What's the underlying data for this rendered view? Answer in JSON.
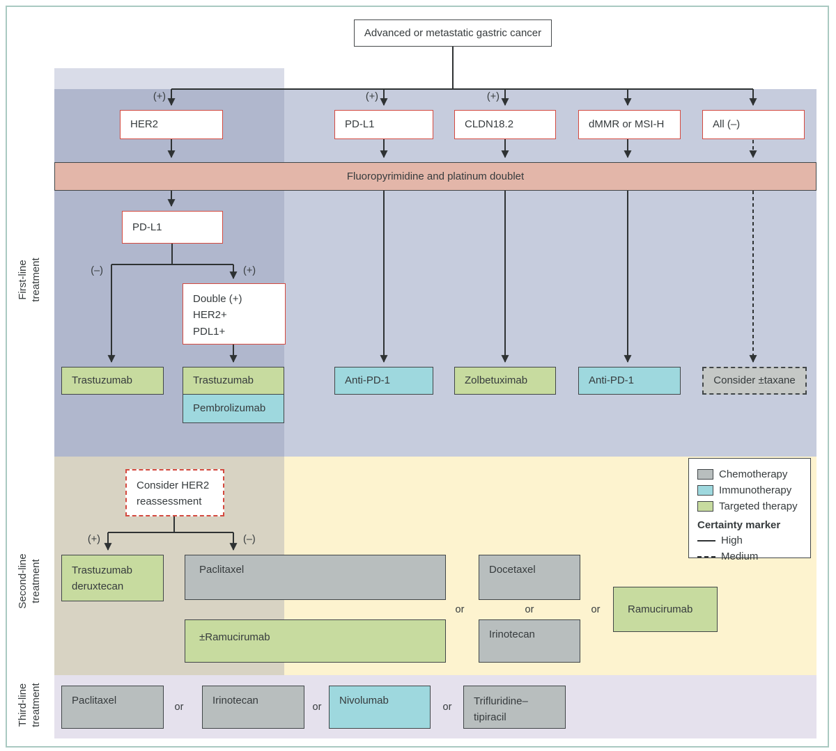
{
  "root": {
    "label": "Advanced or metastatic gastric cancer"
  },
  "stage_labels": {
    "first": {
      "line1": "First-line",
      "line2": "treatment"
    },
    "second": {
      "line1": "Second-line",
      "line2": "treatment"
    },
    "third": {
      "line1": "Third-line",
      "line2": "treatment"
    }
  },
  "biomarker_row": {
    "her2": {
      "label": "HER2",
      "sign": "(+)"
    },
    "pdl1": {
      "label": "PD-L1",
      "sign": "(+)"
    },
    "cldn182": {
      "label": "CLDN18.2",
      "sign": "(+)"
    },
    "dmmr_msih": {
      "label": "dMMR or MSI-H"
    },
    "all_negative": {
      "label": "All (–)"
    }
  },
  "backbone_bar": {
    "label": "Fluoropyrimidine and platinum doublet"
  },
  "her2_pathway": {
    "pdl1_check": {
      "label": "PD-L1"
    },
    "negative_sign": "(–)",
    "positive_sign": "(+)",
    "double_positive": {
      "line1": "Double (+)",
      "line2": "HER2+",
      "line3": "PDL1+"
    },
    "trastuzumab_mono": {
      "label": "Trastuzumab"
    },
    "combo": {
      "top": "Trastuzumab",
      "bottom": "Pembrolizumab"
    }
  },
  "first_line": {
    "anti_pd1_left": {
      "label": "Anti-PD-1"
    },
    "zolbetuximab": {
      "label": "Zolbetuximab"
    },
    "anti_pd1_right": {
      "label": "Anti-PD-1"
    },
    "consider_taxane": {
      "label": "Consider ±taxane"
    }
  },
  "second_line": {
    "her2_reassessment": {
      "line1": "Consider HER2",
      "line2": "reassessment"
    },
    "positive_sign": "(+)",
    "negative_sign": "(–)",
    "trastuzumab_deruxtecan": {
      "line1": "Trastuzumab",
      "line2": "deruxtecan"
    },
    "paclitaxel": {
      "label": "Paclitaxel"
    },
    "plus_minus_ramucirumab": {
      "label": "±Ramucirumab"
    },
    "docetaxel": {
      "label": "Docetaxel"
    },
    "irinotecan": {
      "label": "Irinotecan"
    },
    "ramucirumab": {
      "label": "Ramucirumab"
    },
    "or_labels": {
      "a": "or",
      "b": "or",
      "c": "or"
    }
  },
  "third_line": {
    "paclitaxel": {
      "label": "Paclitaxel"
    },
    "irinotecan": {
      "label": "Irinotecan"
    },
    "nivolumab": {
      "label": "Nivolumab"
    },
    "trifluridine_tipiracil": {
      "line1": "Trifluridine–",
      "line2": "tipiracil"
    },
    "or_labels": {
      "a": "or",
      "b": "or",
      "c": "or"
    }
  },
  "legend": {
    "items": {
      "chemotherapy": "Chemotherapy",
      "immunotherapy": "Immunotherapy",
      "targeted_therapy": "Targeted therapy"
    },
    "certainty": {
      "title": "Certainty marker",
      "high": "High",
      "medium": "Medium"
    }
  },
  "colors": {
    "chemotherapy_fill": "#b8bebe",
    "immunotherapy_fill": "#9ed8de",
    "targeted_therapy_fill": "#c7db9f",
    "backbone_fill": "#e3b6a9",
    "biomarker_border": "#d4493f"
  }
}
